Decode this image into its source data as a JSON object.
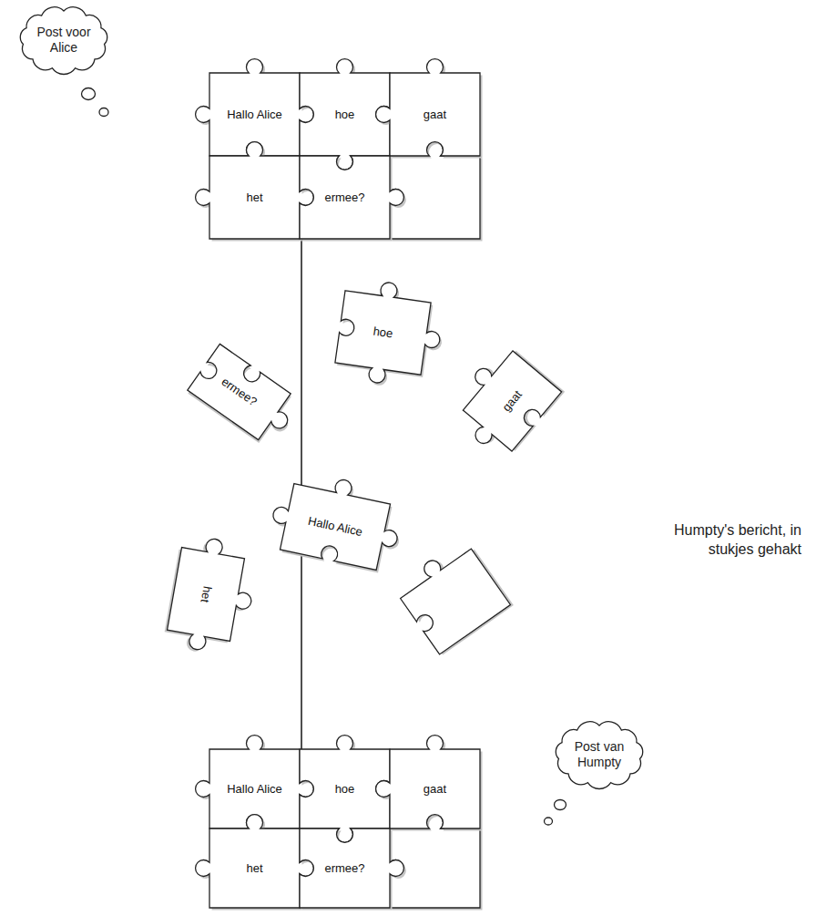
{
  "diagram": {
    "nodes": [
      {
        "text": [
          "Post voor Alice"
        ]
      },
      {
        "text": [
          "Hallo Alice"
        ]
      },
      {
        "text": [
          "hoe"
        ]
      },
      {
        "text": [
          "gaat"
        ]
      },
      {
        "text": [
          "het"
        ]
      },
      {
        "text": [
          "ermee?"
        ]
      },
      {
        "text": [
          "hoe"
        ]
      },
      {
        "text": [
          "ermee?"
        ]
      },
      {
        "text": [
          "gaat"
        ]
      },
      {
        "text": [
          "Hallo Alice"
        ]
      },
      {
        "text": [
          "het"
        ]
      },
      {
        "text": [
          "Post van Humpty"
        ]
      },
      {
        "text": [
          "Hallo Alice"
        ]
      },
      {
        "text": [
          "hoe"
        ]
      },
      {
        "text": [
          "gaat"
        ]
      },
      {
        "text": [
          "het"
        ]
      },
      {
        "text": [
          "ermee?"
        ]
      }
    ],
    "labels": [
      "Humpty's bericht, in stukjes gehakt"
    ]
  }
}
